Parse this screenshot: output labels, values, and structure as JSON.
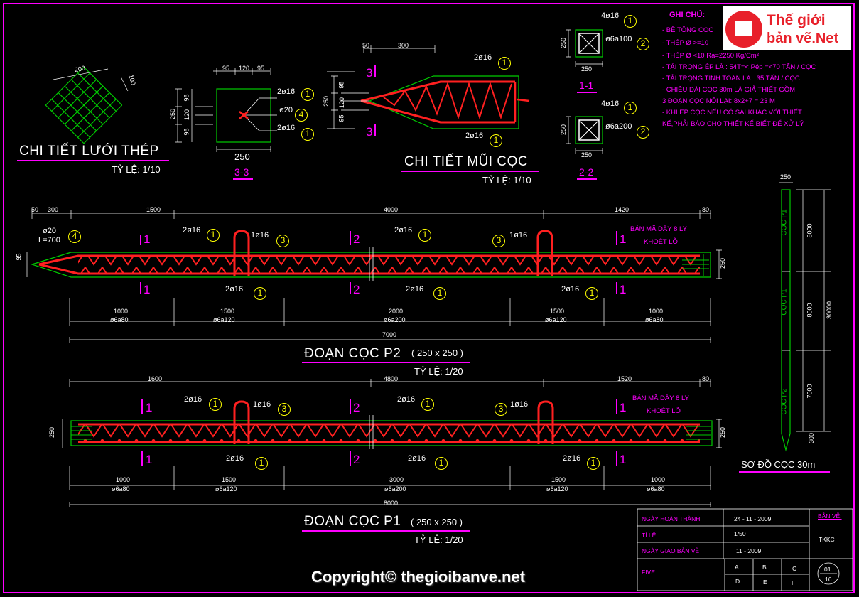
{
  "titles": {
    "mesh": "CHI TIẾT LƯỚI THÉP",
    "mesh_scale": "TỶ LỆ: 1/10",
    "tip": "CHI TIẾT MŨI CỌC",
    "tip_scale": "TỶ LỆ: 1/10",
    "p2": "ĐOẠN CỌC P2",
    "p2_size": "( 250 x 250 )",
    "p2_scale": "TỶ LỆ: 1/20",
    "p1": "ĐOẠN CỌC P1",
    "p1_size": "( 250 x 250 )",
    "p1_scale": "TỶ LỆ: 1/20",
    "scheme": "SƠ ĐỒ CỌC 30m"
  },
  "sections": {
    "s33": "3-3",
    "s11": "1-1",
    "s22": "2-2",
    "n1": "1",
    "n2": "2",
    "n3": "3"
  },
  "rebar": {
    "r2d16": "2ø16",
    "r4d16": "4ø16",
    "r1d16": "1ø16",
    "r20": "ø20",
    "rl700": "L=700",
    "a100": "ø6a100",
    "a200": "ø6a200",
    "a80": "ø6a80",
    "a120": "ø6a120",
    "a200b": "ø6a200"
  },
  "markers": {
    "m1": "1",
    "m2": "2",
    "m3": "3",
    "m4": "4"
  },
  "dims": {
    "d200": "200",
    "d100": "100",
    "d95": "95",
    "d120": "120",
    "d250": "250",
    "d50": "50",
    "d300": "300",
    "d1500": "1500",
    "d4000": "4000",
    "d1420": "1420",
    "d80": "80",
    "d1000": "1000",
    "d2000": "2000",
    "d7000": "7000",
    "d1600": "1600",
    "d4800": "4800",
    "d1520": "1520",
    "d3000": "3000",
    "d8000": "8000",
    "d30000": "30000",
    "d9595": "95"
  },
  "plate_note": {
    "line1": "BẢN MÃ DÀY 8 LY",
    "line2": "KHOÉT LỖ"
  },
  "scheme_labels": {
    "p1a": "CỌC P1",
    "p1b": "CỌC P1",
    "p2": "CỌC P2"
  },
  "notes": {
    "heading": "GHI CHÚ:",
    "items": [
      "- BÊ TÔNG CỌC",
      "- THÉP  Ø >=10",
      "- THÉP  Ø <10 Ra=2250 Kg/Cm²",
      "- TẢI TRỌNG ÉP LÀ : 54T=< Pép =<70 TẤN / CỌC",
      "- TẢI TRỌNG TÍNH TOÁN LÀ : 35 TẤN / CỌC",
      "- CHIỀU DÀI CỌC 30m LÀ GIẢ THIẾT GỒM",
      "  3 ĐOẠN CỌC NỐI LẠI: 8x2+7 = 23 M",
      "- KHI ÉP CỌC NẾU CÓ SAI KHÁC VỚI THIẾT",
      "  KẾ,PHẢI BÁO CHO THIẾT KẾ BIẾT ĐỂ XỬ LÝ"
    ]
  },
  "logo": {
    "line1": "Thế giới",
    "line2": "bản vẽ.Net"
  },
  "title_block": {
    "completed_label": "NGÀY HOÀN THÀNH",
    "completed_value": "24 - 11 - 2009",
    "scale_label": "TỈ LỆ",
    "scale_value": "1/50",
    "delivery_label": "NGÀY GIAO BẢN VẼ",
    "delivery_value": "11 - 2009",
    "drawing_label": "BẢN VẼ:",
    "drawing_value": "TKKC",
    "five": "FIVE",
    "grid": [
      "A",
      "B",
      "C",
      "D",
      "E",
      "F"
    ],
    "sheet_no": "01",
    "sheet_total": "16"
  },
  "copyright": "Copyright© thegioibanve.net",
  "colors": {
    "rebar": "#ff0000",
    "outline": "#00cc00",
    "marker": "#ffff00",
    "accent": "#ff00ff"
  }
}
